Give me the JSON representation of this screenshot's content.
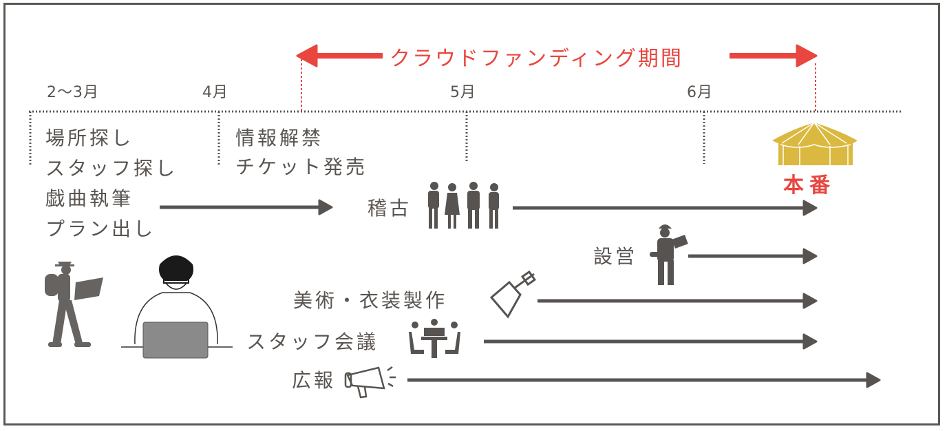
{
  "crowdfunding": {
    "label": "クラウドファンディング期間",
    "color": "#e8463f"
  },
  "months": [
    "2〜3月",
    "4月",
    "5月",
    "6月"
  ],
  "phases": {
    "feb_mar": [
      "場所探し",
      "スタッフ探し",
      "戯曲執筆",
      "プラン出し"
    ],
    "apr": [
      "情報解禁",
      "チケット発売"
    ]
  },
  "tasks": {
    "rehearsal": "稽古",
    "setup": "設営",
    "art_costume": "美術・衣装製作",
    "staff_meeting": "スタッフ会議",
    "publicity": "広報"
  },
  "performance": {
    "label": "本番",
    "tent_color": "#dbb940"
  },
  "colors": {
    "text": "#595450",
    "arrow": "#575350",
    "accent": "#e8463f"
  }
}
